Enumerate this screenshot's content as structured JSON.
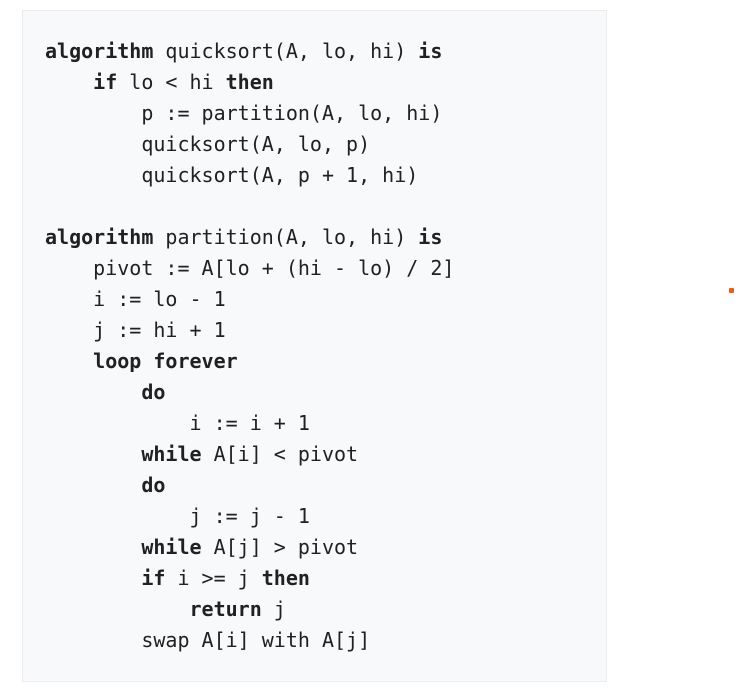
{
  "code_block": {
    "background": "#f8f9fa",
    "border_color": "#eaecf0",
    "text_color": "#202122",
    "lines": [
      {
        "segments": [
          {
            "t": "algorithm",
            "b": true
          },
          {
            "t": " quicksort(A, lo, hi) ",
            "b": false
          },
          {
            "t": "is",
            "b": true
          }
        ]
      },
      {
        "segments": [
          {
            "t": "    ",
            "b": false
          },
          {
            "t": "if",
            "b": true
          },
          {
            "t": " lo < hi ",
            "b": false
          },
          {
            "t": "then",
            "b": true
          }
        ]
      },
      {
        "segments": [
          {
            "t": "        p := partition(A, lo, hi)",
            "b": false
          }
        ]
      },
      {
        "segments": [
          {
            "t": "        quicksort(A, lo, p)",
            "b": false
          }
        ]
      },
      {
        "segments": [
          {
            "t": "        quicksort(A, p + 1, hi)",
            "b": false
          }
        ]
      },
      {
        "segments": [
          {
            "t": "",
            "b": false
          }
        ]
      },
      {
        "segments": [
          {
            "t": "algorithm",
            "b": true
          },
          {
            "t": " partition(A, lo, hi) ",
            "b": false
          },
          {
            "t": "is",
            "b": true
          }
        ]
      },
      {
        "segments": [
          {
            "t": "    pivot := A[lo + (hi - lo) / 2]",
            "b": false
          }
        ]
      },
      {
        "segments": [
          {
            "t": "    i := lo - 1",
            "b": false
          }
        ]
      },
      {
        "segments": [
          {
            "t": "    j := hi + 1",
            "b": false
          }
        ]
      },
      {
        "segments": [
          {
            "t": "    ",
            "b": false
          },
          {
            "t": "loop forever",
            "b": true
          }
        ]
      },
      {
        "segments": [
          {
            "t": "        ",
            "b": false
          },
          {
            "t": "do",
            "b": true
          }
        ]
      },
      {
        "segments": [
          {
            "t": "            i := i + 1",
            "b": false
          }
        ]
      },
      {
        "segments": [
          {
            "t": "        ",
            "b": false
          },
          {
            "t": "while",
            "b": true
          },
          {
            "t": " A[i] < pivot",
            "b": false
          }
        ]
      },
      {
        "segments": [
          {
            "t": "        ",
            "b": false
          },
          {
            "t": "do",
            "b": true
          }
        ]
      },
      {
        "segments": [
          {
            "t": "            j := j - 1",
            "b": false
          }
        ]
      },
      {
        "segments": [
          {
            "t": "        ",
            "b": false
          },
          {
            "t": "while",
            "b": true
          },
          {
            "t": " A[j] > pivot",
            "b": false
          }
        ]
      },
      {
        "segments": [
          {
            "t": "        ",
            "b": false
          },
          {
            "t": "if",
            "b": true
          },
          {
            "t": " i >= j ",
            "b": false
          },
          {
            "t": "then",
            "b": true
          }
        ]
      },
      {
        "segments": [
          {
            "t": "            ",
            "b": false
          },
          {
            "t": "return",
            "b": true
          },
          {
            "t": " j",
            "b": false
          }
        ]
      },
      {
        "segments": [
          {
            "t": "        swap A[i] with A[j]",
            "b": false
          }
        ]
      }
    ]
  },
  "decoration": {
    "orange_dot_color": "#ee5c0c"
  }
}
